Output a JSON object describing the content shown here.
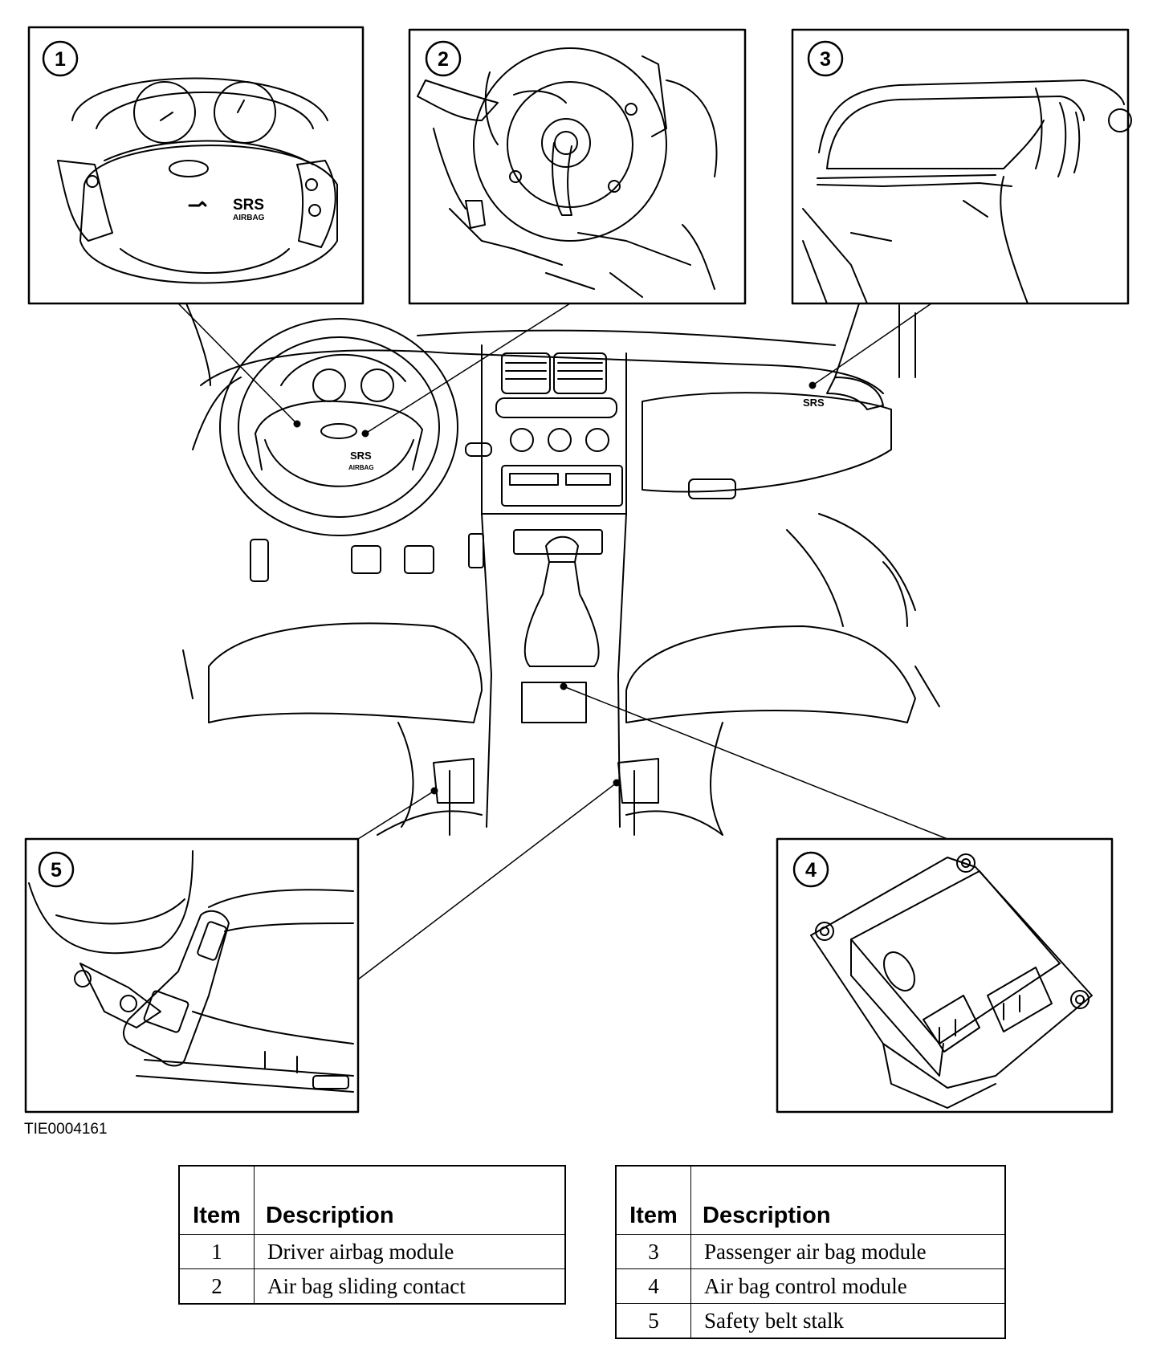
{
  "figure": {
    "code": "TIE0004161",
    "callouts": [
      "1",
      "2",
      "3",
      "4",
      "5"
    ],
    "dash_badges": [
      "SRS",
      "AIRBAG"
    ],
    "callout_badges": {
      "driver": [
        "SRS",
        "AIRBAG"
      ],
      "passenger": [
        "SRS"
      ]
    }
  },
  "legend_left": {
    "headers": [
      "Item",
      "Description"
    ],
    "rows": [
      {
        "item": "1",
        "description": "Driver airbag module"
      },
      {
        "item": "2",
        "description": "Air bag sliding contact"
      }
    ]
  },
  "legend_right": {
    "headers": [
      "Item",
      "Description"
    ],
    "rows": [
      {
        "item": "3",
        "description": "Passenger air bag module"
      },
      {
        "item": "4",
        "description": "Air bag control module"
      },
      {
        "item": "5",
        "description": "Safety belt stalk"
      }
    ]
  }
}
